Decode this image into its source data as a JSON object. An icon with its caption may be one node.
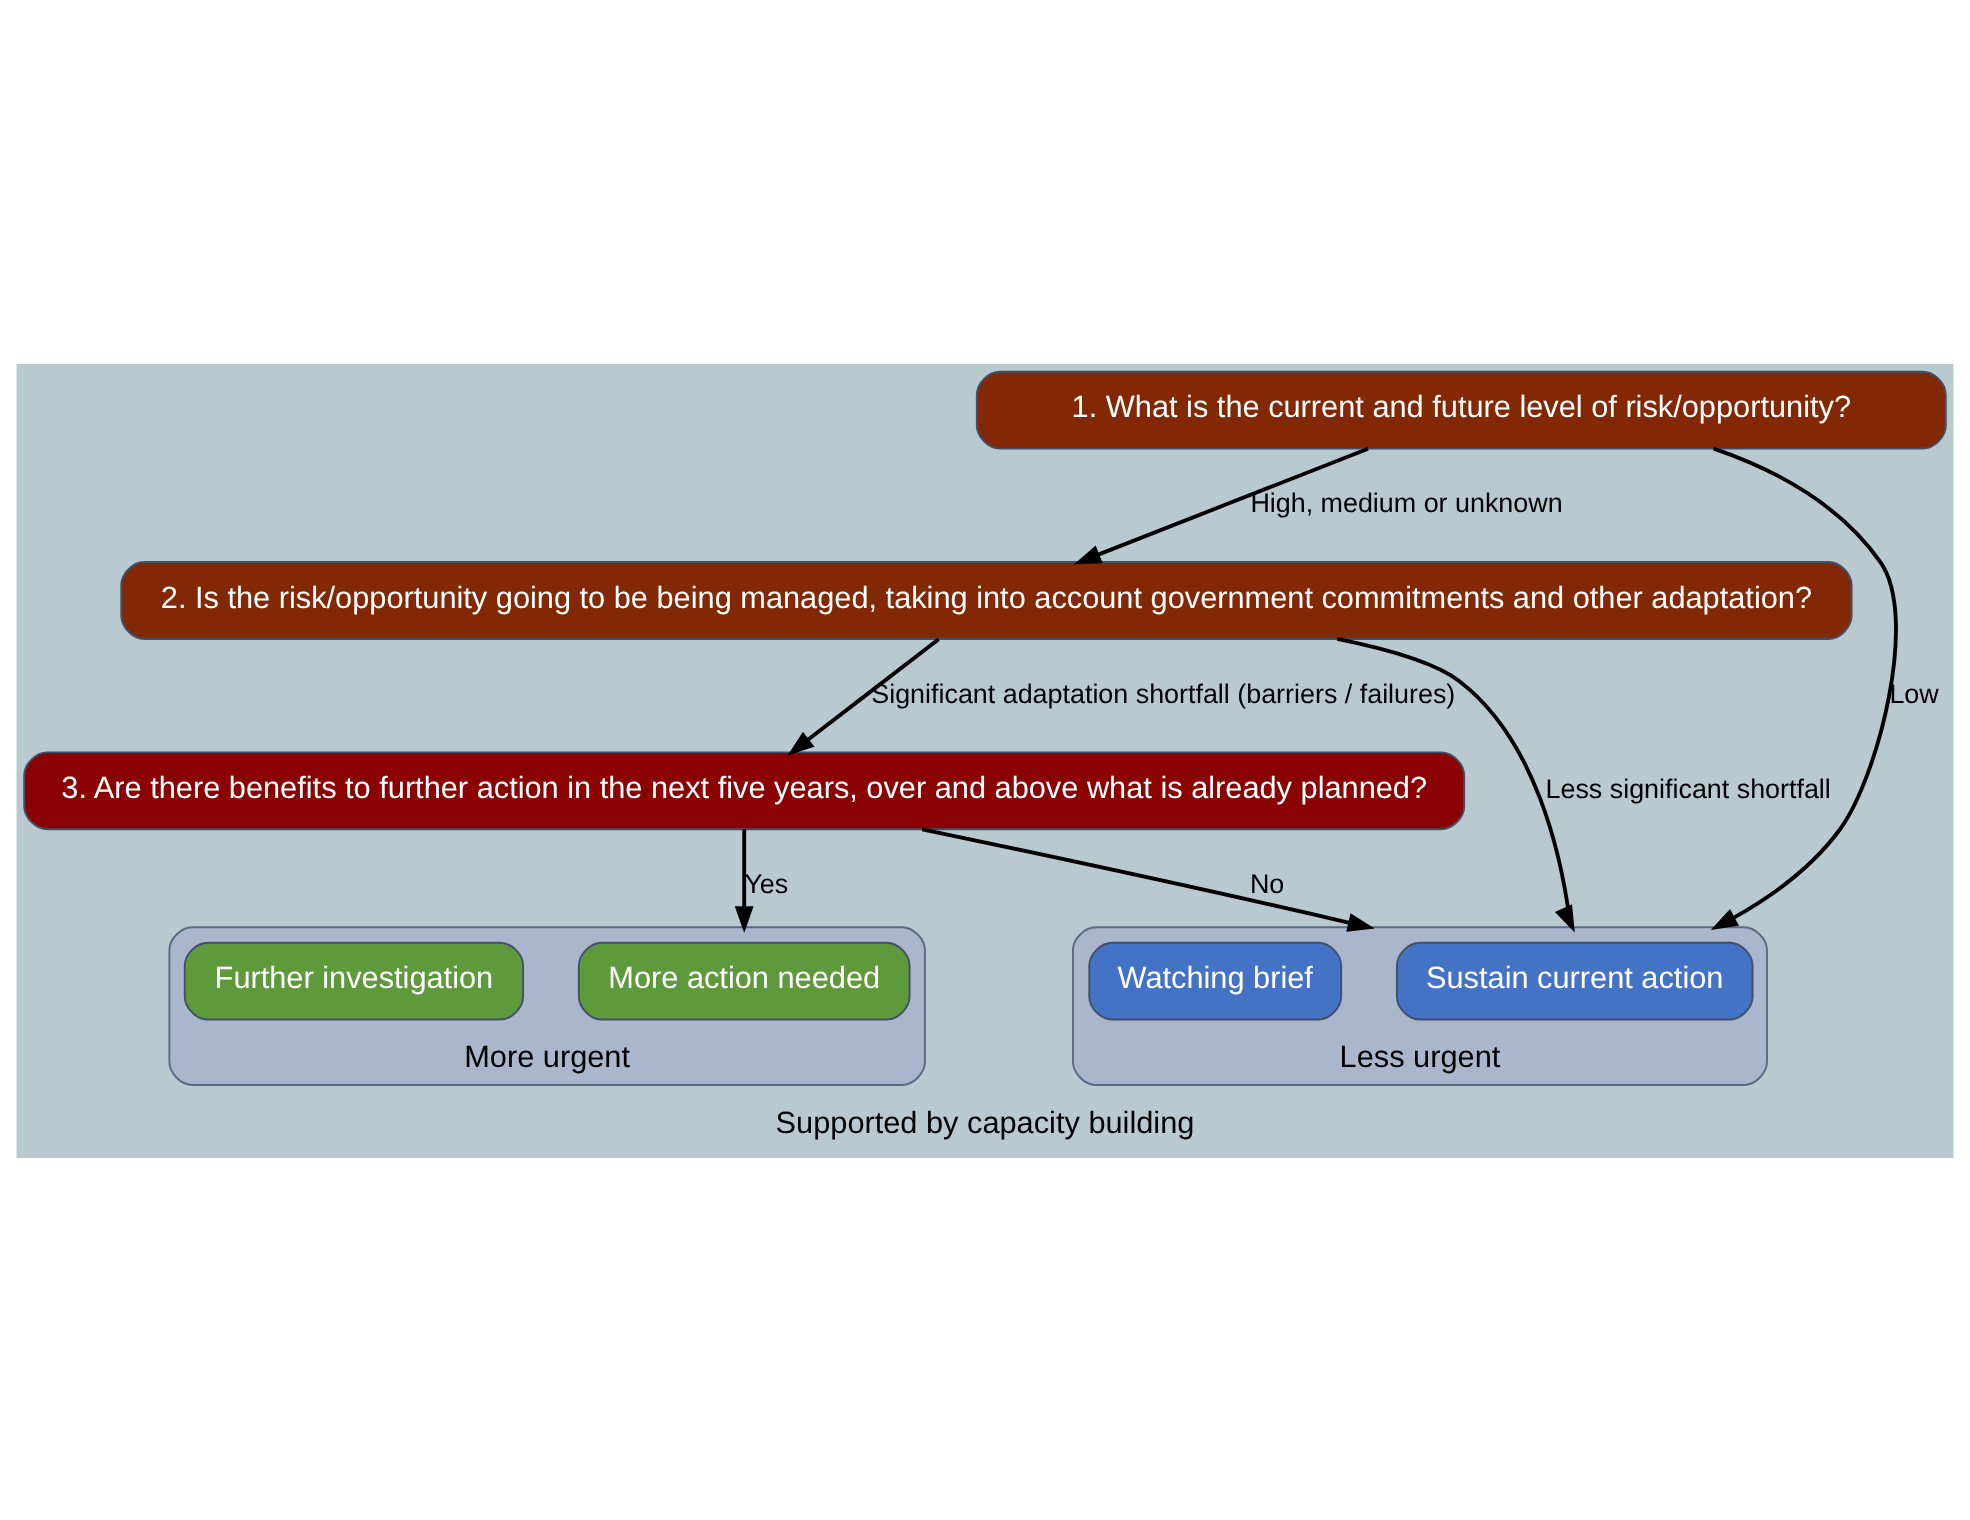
{
  "diagram": {
    "caption": "Supported by capacity building",
    "nodes": [
      {
        "text": [
          "1. What is the current and future level of risk/opportunity?"
        ]
      },
      {
        "text": [
          "2. Is the risk/opportunity going to be being managed, taking into account government commitments and other adaptation?"
        ]
      },
      {
        "text": [
          "3. Are there benefits to further action in the next five years, over and above what is already planned?"
        ]
      },
      {
        "text": [
          "More urgent"
        ]
      },
      {
        "text": [
          "More action needed"
        ],
        "in": 3
      },
      {
        "text": [
          "Further investigation"
        ],
        "in": 3
      },
      {
        "text": [
          "Less urgent"
        ]
      },
      {
        "text": [
          "Sustain current action"
        ],
        "in": 6
      },
      {
        "text": [
          "Watching brief"
        ],
        "in": 6
      }
    ],
    "edges": [
      {
        "from": 0,
        "to": 1,
        "arrow": "to",
        "label": "High, medium or unknown"
      },
      {
        "from": 1,
        "to": 2,
        "arrow": "to",
        "label": "Significant adaptation shortfall (barriers / failures)"
      },
      {
        "from": 2,
        "to": 3,
        "arrow": "to",
        "label": "Yes"
      },
      {
        "from": 0,
        "to": 6,
        "arrow": "to",
        "label": "Low"
      },
      {
        "from": 1,
        "to": 6,
        "arrow": "to",
        "label": "Less significant shortfall"
      },
      {
        "from": 2,
        "to": 6,
        "arrow": "to",
        "label": "No"
      }
    ]
  }
}
